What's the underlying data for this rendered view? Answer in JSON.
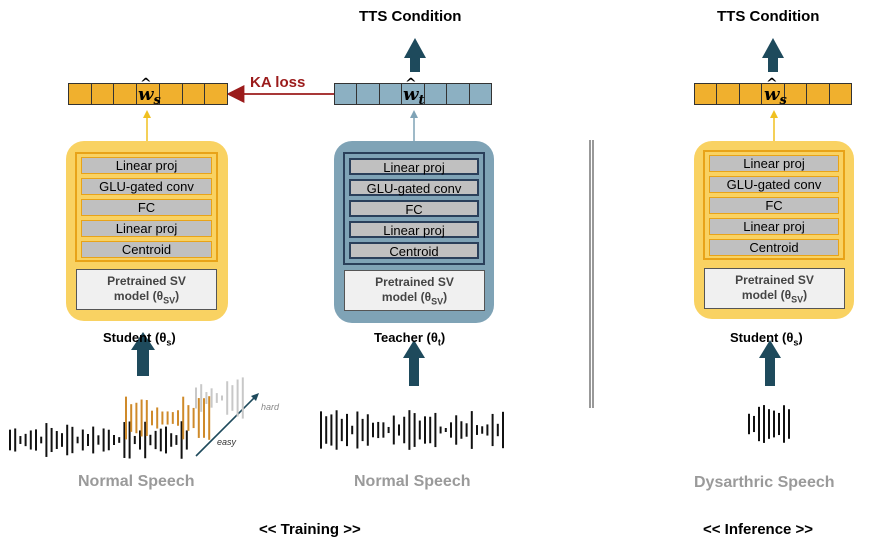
{
  "top": {
    "teacher_condition": "TTS Condition",
    "inference_condition": "TTS Condition",
    "ka_loss": "KA loss"
  },
  "vectors": {
    "student_train": {
      "base": "w",
      "sub": "s"
    },
    "teacher": {
      "base": "w",
      "sub": "t"
    },
    "student_infer": {
      "base": "w",
      "sub": "s"
    }
  },
  "encoder_layers": [
    "Linear proj",
    "GLU-gated conv",
    "FC",
    "Linear proj",
    "Centroid"
  ],
  "pretrained_sv": {
    "line1": "Pretrained SV",
    "line2": "model (θ",
    "line2_sub": "SV",
    "line2_end": ")"
  },
  "models": {
    "student_train": {
      "name": "Student (θ",
      "sub": "s",
      "end": ")"
    },
    "teacher": {
      "name": "Teacher (θ",
      "sub": "t",
      "end": ")"
    },
    "student_infer": {
      "name": "Student (θ",
      "sub": "s",
      "end": ")"
    }
  },
  "curriculum": {
    "hard": "hard",
    "easy": "easy"
  },
  "speech": {
    "train_student": "Normal Speech",
    "train_teacher": "Normal Speech",
    "inference": "Dysarthric Speech"
  },
  "phases": {
    "training": "<< Training >>",
    "inference": "<< Inference >>"
  },
  "colors": {
    "student": "#f9d262",
    "student_border": "#e8a318",
    "student_vec": "#f0b02e",
    "teacher": "#7fa3b6",
    "teacher_border": "#2a3f5a",
    "teacher_vec": "#8cb0c2",
    "arrow": "#1e4a5c",
    "ka": "#9b1b1b",
    "wave_orange": "#cf8a2a"
  }
}
